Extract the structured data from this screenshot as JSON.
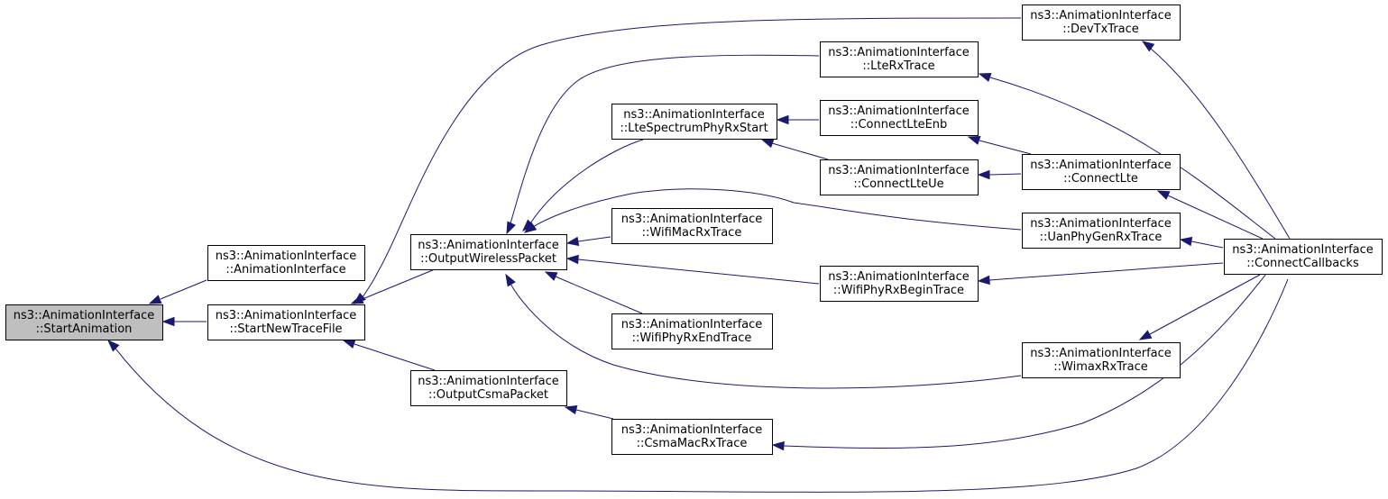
{
  "colors": {
    "edge": "#191970",
    "node_fill": "#ffffff",
    "highlight_fill": "#bfbfbf",
    "border": "#000000"
  },
  "nodes": [
    {
      "id": "start_animation",
      "line1": "ns3::AnimationInterface",
      "line2": "::StartAnimation",
      "highlight": true
    },
    {
      "id": "animation_interface",
      "line1": "ns3::AnimationInterface",
      "line2": "::AnimationInterface"
    },
    {
      "id": "start_new_trace_file",
      "line1": "ns3::AnimationInterface",
      "line2": "::StartNewTraceFile"
    },
    {
      "id": "output_wireless_packet",
      "line1": "ns3::AnimationInterface",
      "line2": "::OutputWirelessPacket"
    },
    {
      "id": "output_csma_packet",
      "line1": "ns3::AnimationInterface",
      "line2": "::OutputCsmaPacket"
    },
    {
      "id": "lte_spectrum_phy_rx_start",
      "line1": "ns3::AnimationInterface",
      "line2": "::LteSpectrumPhyRxStart"
    },
    {
      "id": "wifi_mac_rx_trace",
      "line1": "ns3::AnimationInterface",
      "line2": "::WifiMacRxTrace"
    },
    {
      "id": "wifi_phy_rx_end_trace",
      "line1": "ns3::AnimationInterface",
      "line2": "::WifiPhyRxEndTrace"
    },
    {
      "id": "csma_mac_rx_trace",
      "line1": "ns3::AnimationInterface",
      "line2": "::CsmaMacRxTrace"
    },
    {
      "id": "lte_rx_trace",
      "line1": "ns3::AnimationInterface",
      "line2": "::LteRxTrace"
    },
    {
      "id": "connect_lte_enb",
      "line1": "ns3::AnimationInterface",
      "line2": "::ConnectLteEnb"
    },
    {
      "id": "connect_lte_ue",
      "line1": "ns3::AnimationInterface",
      "line2": "::ConnectLteUe"
    },
    {
      "id": "wifi_phy_rx_begin_trace",
      "line1": "ns3::AnimationInterface",
      "line2": "::WifiPhyRxBeginTrace"
    },
    {
      "id": "dev_tx_trace",
      "line1": "ns3::AnimationInterface",
      "line2": "::DevTxTrace"
    },
    {
      "id": "connect_lte",
      "line1": "ns3::AnimationInterface",
      "line2": "::ConnectLte"
    },
    {
      "id": "uan_phy_gen_rx_trace",
      "line1": "ns3::AnimationInterface",
      "line2": "::UanPhyGenRxTrace"
    },
    {
      "id": "wimax_rx_trace",
      "line1": "ns3::AnimationInterface",
      "line2": "::WimaxRxTrace"
    },
    {
      "id": "connect_callbacks",
      "line1": "ns3::AnimationInterface",
      "line2": "::ConnectCallbacks"
    }
  ],
  "edges": [
    {
      "from": "animation_interface",
      "to": "start_animation"
    },
    {
      "from": "start_new_trace_file",
      "to": "start_animation"
    },
    {
      "from": "connect_callbacks",
      "to": "start_animation"
    },
    {
      "from": "output_wireless_packet",
      "to": "start_new_trace_file"
    },
    {
      "from": "output_csma_packet",
      "to": "start_new_trace_file"
    },
    {
      "from": "dev_tx_trace",
      "to": "start_new_trace_file"
    },
    {
      "from": "lte_spectrum_phy_rx_start",
      "to": "output_wireless_packet"
    },
    {
      "from": "wifi_mac_rx_trace",
      "to": "output_wireless_packet"
    },
    {
      "from": "wifi_phy_rx_end_trace",
      "to": "output_wireless_packet"
    },
    {
      "from": "lte_rx_trace",
      "to": "output_wireless_packet"
    },
    {
      "from": "wifi_phy_rx_begin_trace",
      "to": "output_wireless_packet"
    },
    {
      "from": "uan_phy_gen_rx_trace",
      "to": "output_wireless_packet"
    },
    {
      "from": "wimax_rx_trace",
      "to": "output_wireless_packet"
    },
    {
      "from": "csma_mac_rx_trace",
      "to": "output_csma_packet"
    },
    {
      "from": "connect_lte_enb",
      "to": "lte_spectrum_phy_rx_start"
    },
    {
      "from": "connect_lte_ue",
      "to": "lte_spectrum_phy_rx_start"
    },
    {
      "from": "connect_lte",
      "to": "connect_lte_enb"
    },
    {
      "from": "connect_lte",
      "to": "connect_lte_ue"
    },
    {
      "from": "connect_callbacks",
      "to": "lte_rx_trace"
    },
    {
      "from": "connect_callbacks",
      "to": "wifi_phy_rx_begin_trace"
    },
    {
      "from": "connect_callbacks",
      "to": "dev_tx_trace"
    },
    {
      "from": "connect_callbacks",
      "to": "connect_lte"
    },
    {
      "from": "connect_callbacks",
      "to": "uan_phy_gen_rx_trace"
    },
    {
      "from": "connect_callbacks",
      "to": "wimax_rx_trace"
    },
    {
      "from": "connect_callbacks",
      "to": "csma_mac_rx_trace"
    }
  ]
}
